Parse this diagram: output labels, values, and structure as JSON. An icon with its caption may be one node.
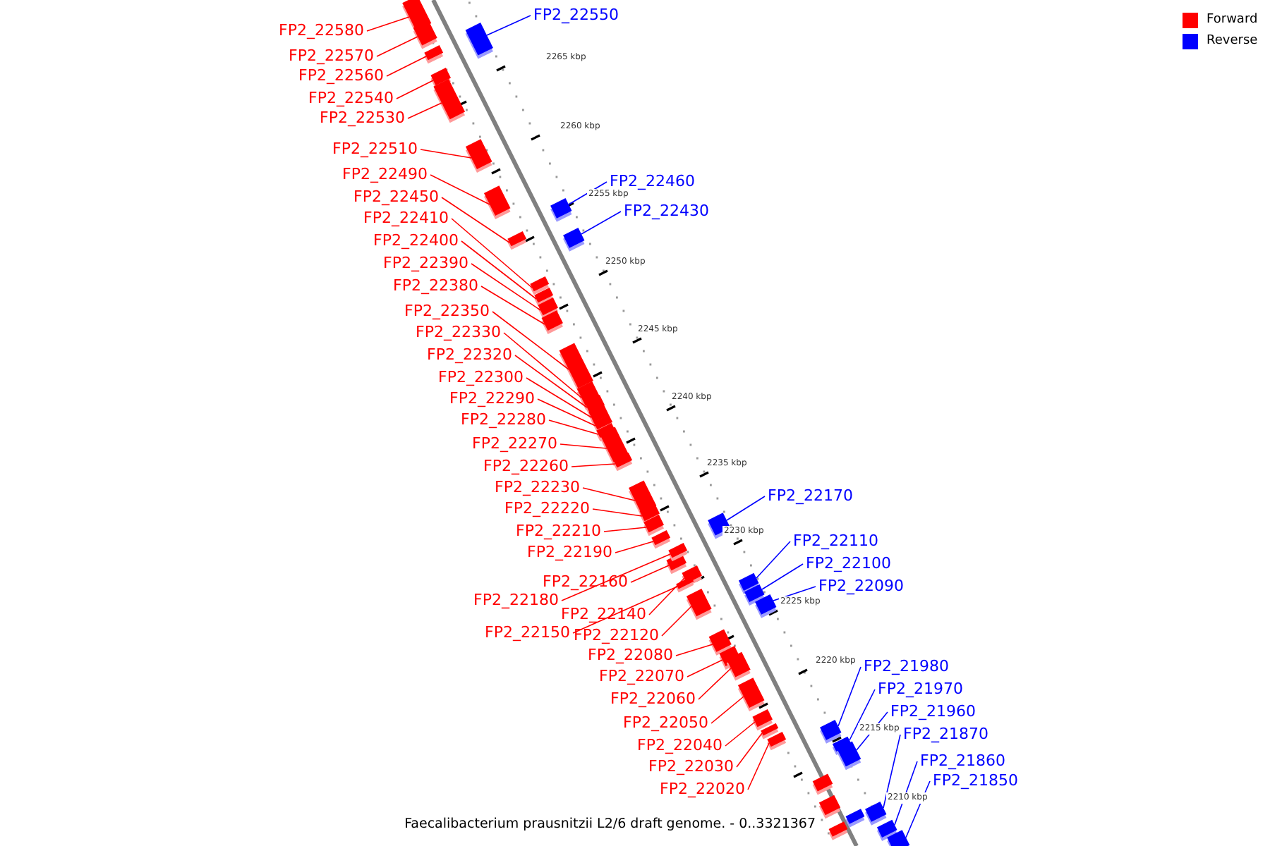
{
  "diagram": {
    "caption": "Faecalibacterium prausnitzii L2/6 draft genome. - 0..3321367",
    "nodes": [
      {
        "text": [
          "FP2_22550"
        ]
      },
      {
        "text": [
          "FP2_22580"
        ]
      },
      {
        "text": [
          "FP2_22570"
        ]
      },
      {
        "text": [
          "FP2_22560"
        ]
      },
      {
        "text": [
          "FP2_22540"
        ]
      },
      {
        "text": [
          "FP2_22530"
        ]
      },
      {
        "text": [
          "FP2_22510"
        ]
      },
      {
        "text": [
          "FP2_22490"
        ]
      },
      {
        "text": [
          "FP2_22460"
        ]
      },
      {
        "text": [
          "FP2_22450"
        ]
      },
      {
        "text": [
          "FP2_22430"
        ]
      },
      {
        "text": [
          "FP2_22410"
        ]
      },
      {
        "text": [
          "FP2_22400"
        ]
      },
      {
        "text": [
          "FP2_22390"
        ]
      },
      {
        "text": [
          "FP2_22380"
        ]
      },
      {
        "text": [
          "FP2_22350"
        ]
      },
      {
        "text": [
          "FP2_22330"
        ]
      },
      {
        "text": [
          "FP2_22320"
        ]
      },
      {
        "text": [
          "FP2_22300"
        ]
      },
      {
        "text": [
          "FP2_22290"
        ]
      },
      {
        "text": [
          "FP2_22280"
        ]
      },
      {
        "text": [
          "FP2_22270"
        ]
      },
      {
        "text": [
          "FP2_22260"
        ]
      },
      {
        "text": [
          "FP2_22230"
        ]
      },
      {
        "text": [
          "FP2_22170"
        ]
      },
      {
        "text": [
          "FP2_22220"
        ]
      },
      {
        "text": [
          "FP2_22210"
        ]
      },
      {
        "text": [
          "FP2_22110"
        ]
      },
      {
        "text": [
          "FP2_22190"
        ]
      },
      {
        "text": [
          "FP2_22100"
        ]
      },
      {
        "text": [
          "FP2_22160"
        ]
      },
      {
        "text": [
          "FP2_22090"
        ]
      },
      {
        "text": [
          "FP2_22180"
        ]
      },
      {
        "text": [
          "FP2_22140"
        ]
      },
      {
        "text": [
          "FP2_22150"
        ]
      },
      {
        "text": [
          "FP2_22120"
        ]
      },
      {
        "text": [
          "FP2_22080"
        ]
      },
      {
        "text": [
          "FP2_21980"
        ]
      },
      {
        "text": [
          "FP2_22070"
        ]
      },
      {
        "text": [
          "FP2_21970"
        ]
      },
      {
        "text": [
          "FP2_22060"
        ]
      },
      {
        "text": [
          "FP2_21960"
        ]
      },
      {
        "text": [
          "FP2_22050"
        ]
      },
      {
        "text": [
          "FP2_21870"
        ]
      },
      {
        "text": [
          "FP2_22040"
        ]
      },
      {
        "text": [
          "FP2_21860"
        ]
      },
      {
        "text": [
          "FP2_22030"
        ]
      },
      {
        "text": [
          "FP2_21850"
        ]
      },
      {
        "text": [
          "FP2_22020"
        ]
      },
      {
        "text": [],
        "shape": "bar"
      },
      {
        "text": [],
        "shape": "bar"
      },
      {
        "text": [],
        "shape": "bar"
      },
      {
        "text": [],
        "shape": "bar"
      },
      {
        "text": [],
        "shape": "bar"
      },
      {
        "text": [],
        "shape": "bar"
      },
      {
        "text": [],
        "shape": "bar"
      },
      {
        "text": [],
        "shape": "bar"
      },
      {
        "text": [],
        "shape": "bar"
      },
      {
        "text": [],
        "shape": "bar"
      },
      {
        "text": [],
        "shape": "bar"
      },
      {
        "text": [],
        "shape": "bar"
      },
      {
        "text": [],
        "shape": "bar"
      },
      {
        "text": [],
        "shape": "bar"
      },
      {
        "text": [],
        "shape": "bar"
      },
      {
        "text": [],
        "shape": "bar"
      },
      {
        "text": [],
        "shape": "bar"
      },
      {
        "text": [],
        "shape": "bar"
      },
      {
        "text": [],
        "shape": "bar"
      },
      {
        "text": [],
        "shape": "bar"
      },
      {
        "text": [],
        "shape": "bar"
      },
      {
        "text": [],
        "shape": "bar"
      },
      {
        "text": [],
        "shape": "bar"
      },
      {
        "text": [],
        "shape": "bar"
      },
      {
        "text": [],
        "shape": "bar"
      },
      {
        "text": [],
        "shape": "bar"
      },
      {
        "text": [],
        "shape": "bar"
      },
      {
        "text": [],
        "shape": "bar"
      },
      {
        "text": [],
        "shape": "bar"
      },
      {
        "text": [],
        "shape": "bar"
      },
      {
        "text": [],
        "shape": "bar"
      },
      {
        "text": [],
        "shape": "bar"
      },
      {
        "text": [],
        "shape": "bar"
      },
      {
        "text": [],
        "shape": "bar"
      },
      {
        "text": [],
        "shape": "bar"
      },
      {
        "text": [],
        "shape": "bar"
      },
      {
        "text": [],
        "shape": "bar"
      },
      {
        "text": [],
        "shape": "bar"
      },
      {
        "text": [],
        "shape": "bar"
      },
      {
        "text": [],
        "shape": "bar"
      },
      {
        "text": [],
        "shape": "bar"
      },
      {
        "text": [],
        "shape": "bar"
      },
      {
        "text": [],
        "shape": "bar"
      },
      {
        "text": [],
        "shape": "bar"
      },
      {
        "text": [],
        "shape": "bar"
      },
      {
        "text": [],
        "shape": "bar"
      },
      {
        "text": [],
        "shape": "bar"
      },
      {
        "text": [],
        "shape": "bar"
      },
      {
        "text": [],
        "shape": "bar"
      },
      {
        "text": [],
        "shape": "bar"
      },
      {
        "text": [],
        "shape": "bar"
      },
      {
        "text": [],
        "shape": "bar"
      },
      {
        "text": [],
        "shape": "bar"
      }
    ],
    "edges": [
      {
        "from": 0,
        "to": 49,
        "arrow": "none",
        "color": "#0000ff"
      },
      {
        "from": 1,
        "to": 50,
        "arrow": "none"
      },
      {
        "from": 2,
        "to": 51,
        "arrow": "none"
      },
      {
        "from": 3,
        "to": 52,
        "arrow": "none"
      },
      {
        "from": 4,
        "to": 53,
        "arrow": "none"
      },
      {
        "from": 5,
        "to": 54,
        "arrow": "none"
      },
      {
        "from": 6,
        "to": 55,
        "arrow": "none"
      },
      {
        "from": 7,
        "to": 56,
        "arrow": "none"
      },
      {
        "from": 8,
        "to": 57,
        "arrow": "none",
        "color": "#0000ff"
      },
      {
        "from": 9,
        "to": 58,
        "arrow": "none"
      },
      {
        "from": 10,
        "to": 59,
        "arrow": "none",
        "color": "#0000ff"
      },
      {
        "from": 11,
        "to": 60,
        "arrow": "none"
      },
      {
        "from": 12,
        "to": 61,
        "arrow": "none"
      },
      {
        "from": 13,
        "to": 62,
        "arrow": "none"
      },
      {
        "from": 14,
        "to": 63,
        "arrow": "none"
      },
      {
        "from": 15,
        "to": 64,
        "arrow": "none"
      },
      {
        "from": 16,
        "to": 65,
        "arrow": "none"
      },
      {
        "from": 17,
        "to": 66,
        "arrow": "none"
      },
      {
        "from": 18,
        "to": 67,
        "arrow": "none"
      },
      {
        "from": 19,
        "to": 68,
        "arrow": "none"
      },
      {
        "from": 20,
        "to": 69,
        "arrow": "none"
      },
      {
        "from": 21,
        "to": 70,
        "arrow": "none"
      },
      {
        "from": 22,
        "to": 71,
        "arrow": "none"
      },
      {
        "from": 23,
        "to": 72,
        "arrow": "none"
      },
      {
        "from": 24,
        "to": 73,
        "arrow": "none",
        "color": "#0000ff"
      },
      {
        "from": 25,
        "to": 74,
        "arrow": "none"
      },
      {
        "from": 26,
        "to": 75,
        "arrow": "none"
      },
      {
        "from": 27,
        "to": 76,
        "arrow": "none",
        "color": "#0000ff"
      },
      {
        "from": 28,
        "to": 77,
        "arrow": "none"
      },
      {
        "from": 29,
        "to": 78,
        "arrow": "none",
        "color": "#0000ff"
      },
      {
        "from": 30,
        "to": 79,
        "arrow": "none"
      },
      {
        "from": 31,
        "to": 80,
        "arrow": "none",
        "color": "#0000ff"
      },
      {
        "from": 32,
        "to": 81,
        "arrow": "none"
      },
      {
        "from": 33,
        "to": 82,
        "arrow": "none"
      },
      {
        "from": 34,
        "to": 83,
        "arrow": "none"
      },
      {
        "from": 35,
        "to": 84,
        "arrow": "none"
      },
      {
        "from": 36,
        "to": 85,
        "arrow": "none"
      },
      {
        "from": 37,
        "to": 86,
        "arrow": "none",
        "color": "#0000ff"
      },
      {
        "from": 38,
        "to": 87,
        "arrow": "none"
      },
      {
        "from": 39,
        "to": 88,
        "arrow": "none",
        "color": "#0000ff"
      },
      {
        "from": 40,
        "to": 89,
        "arrow": "none"
      },
      {
        "from": 41,
        "to": 90,
        "arrow": "none",
        "color": "#0000ff"
      },
      {
        "from": 42,
        "to": 91,
        "arrow": "none"
      },
      {
        "from": 43,
        "to": 92,
        "arrow": "none",
        "color": "#0000ff"
      },
      {
        "from": 44,
        "to": 93,
        "arrow": "none"
      },
      {
        "from": 45,
        "to": 94,
        "arrow": "none",
        "color": "#0000ff"
      },
      {
        "from": 46,
        "to": 95,
        "arrow": "none"
      },
      {
        "from": 47,
        "to": 96,
        "arrow": "none",
        "color": "#0000ff"
      },
      {
        "from": 48,
        "to": 97,
        "arrow": "none"
      }
    ],
    "labels": [
      "2265 kbp",
      "2260 kbp",
      "2255 kbp",
      "2250 kbp",
      "2245 kbp",
      "2240 kbp",
      "2235 kbp",
      "2230 kbp",
      "2225 kbp",
      "2220 kbp",
      "2215 kbp",
      "2210 kbp"
    ],
    "legend": [
      {
        "text": "Forward",
        "color": "#ff0000"
      },
      {
        "text": "Reverse",
        "color": "#0000ff"
      }
    ]
  }
}
